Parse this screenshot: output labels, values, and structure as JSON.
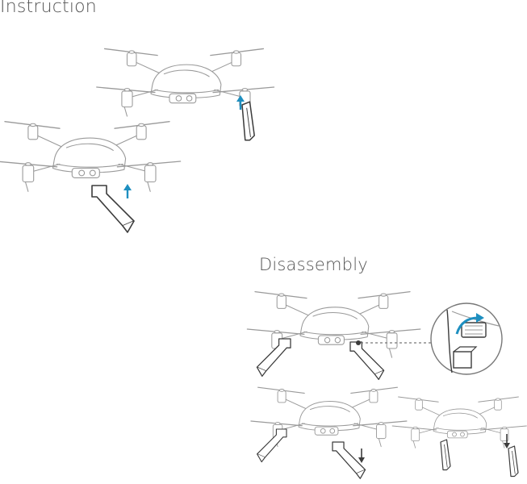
{
  "sections": {
    "instruction": {
      "title": "Instruction"
    },
    "disassembly": {
      "title": "Disassembly"
    }
  },
  "colors": {
    "background": "#ffffff",
    "line": "#9a9a9a",
    "dark_line": "#3c3c3c",
    "arrow_blue": "#1e8fc0",
    "title_text": "#555555"
  },
  "icons": {
    "up_arrow": "arrow-up-icon",
    "down_arrow": "arrow-down-icon",
    "curved_arrow": "curved-arrow-icon",
    "zoom_callout": "magnifier-callout"
  }
}
